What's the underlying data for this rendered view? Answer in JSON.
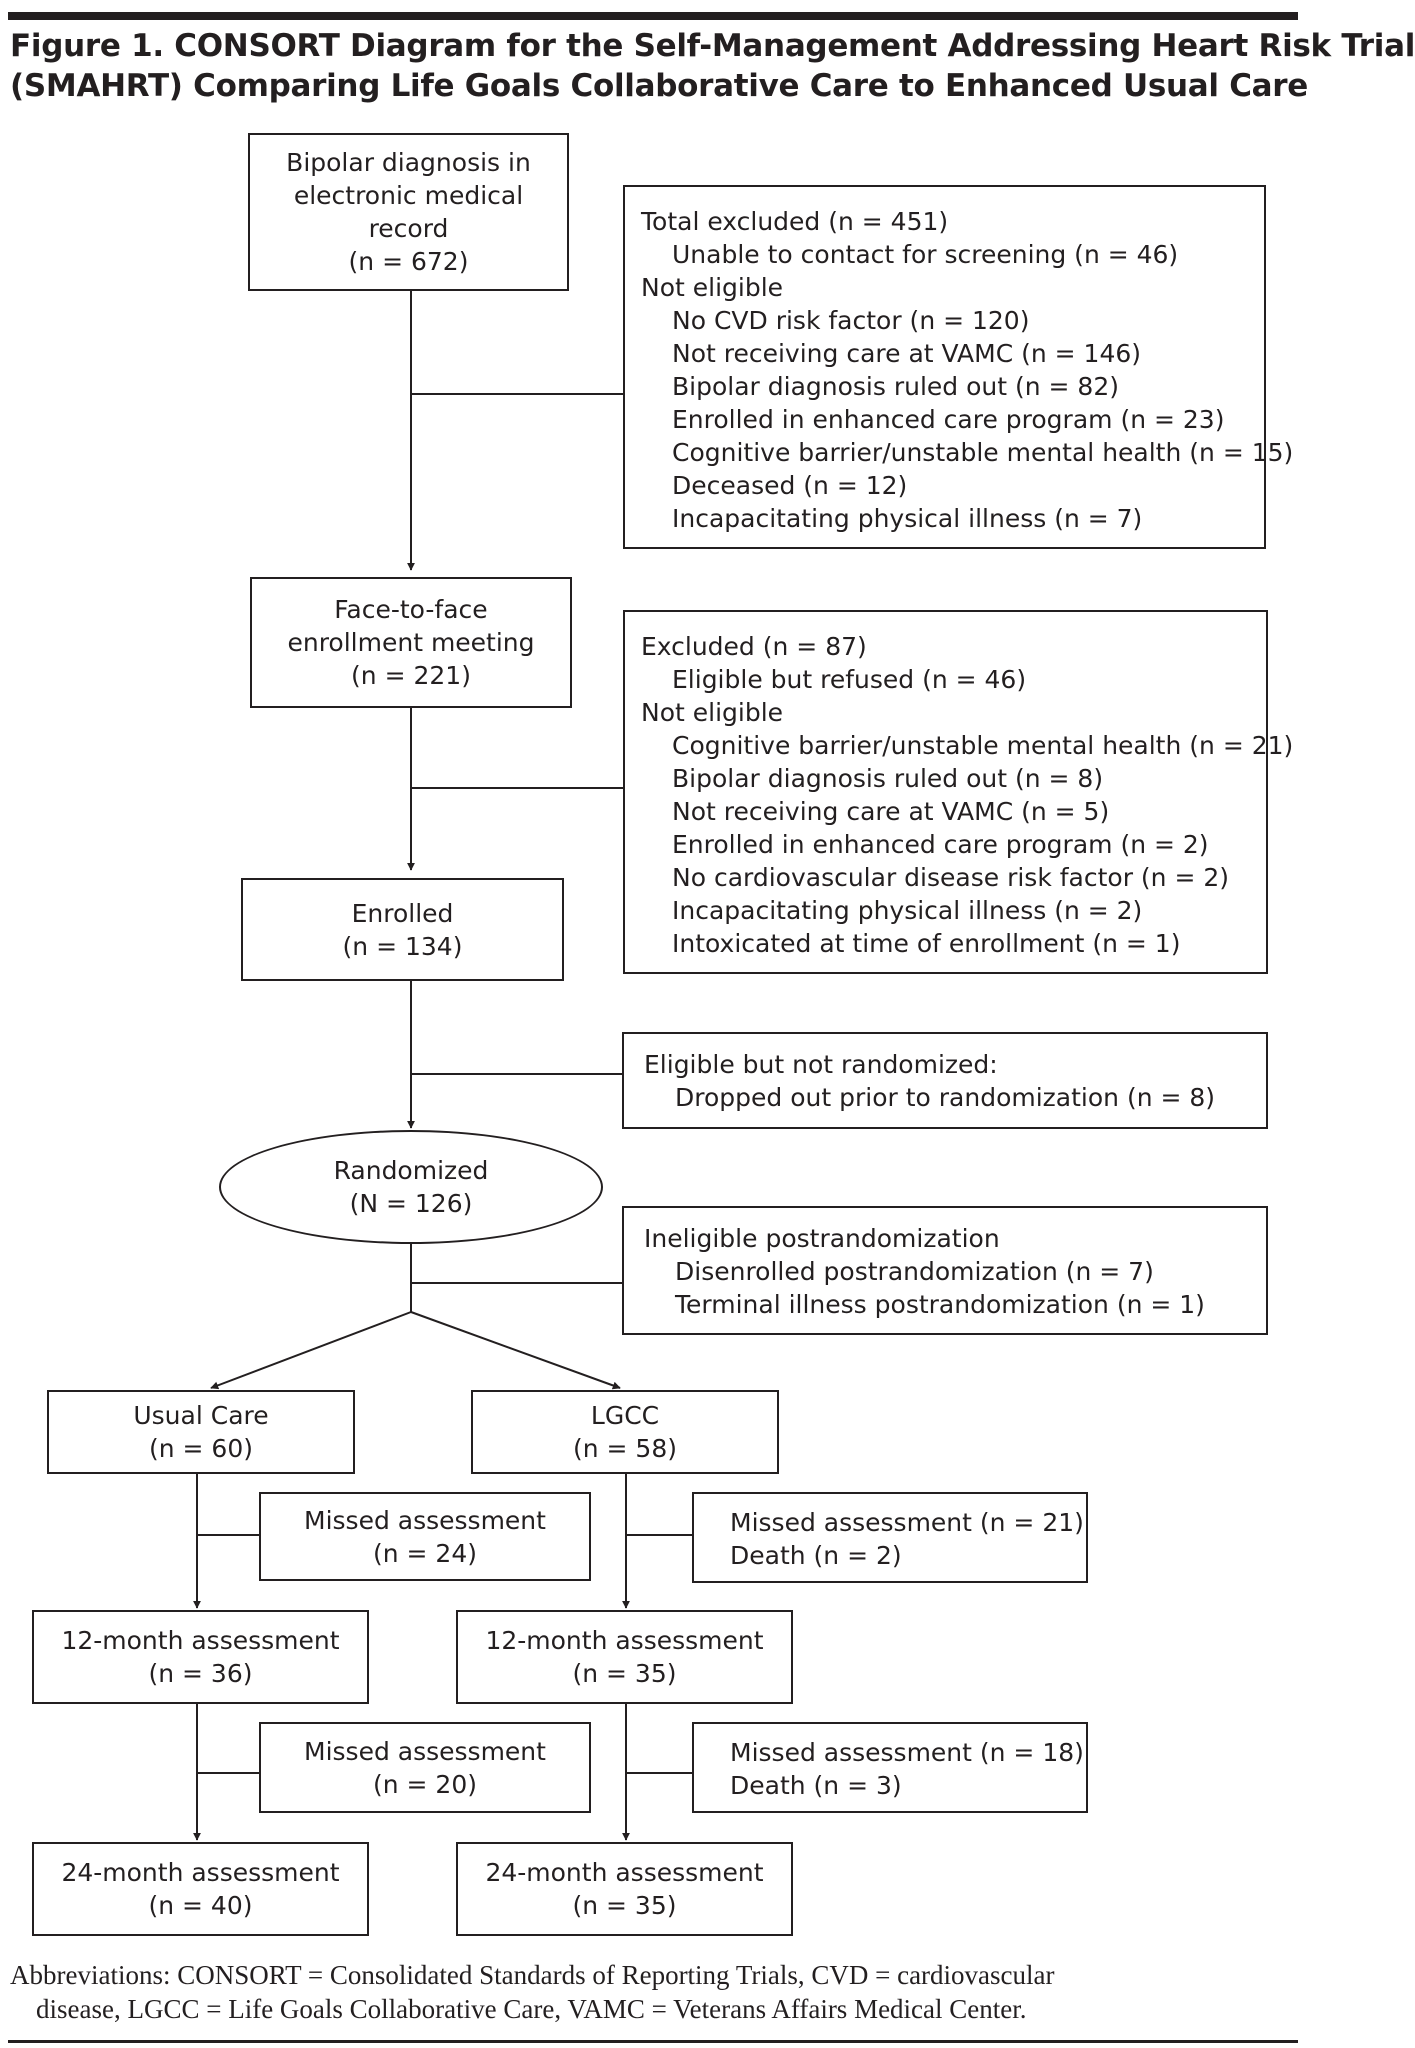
{
  "title": {
    "line1": "Figure 1. CONSORT Diagram for the Self-Management Addressing Heart Risk Trial",
    "line2": "(SMAHRT) Comparing Life Goals Collaborative Care to Enhanced Usual Care"
  },
  "flow": {
    "ehr": {
      "l1": "Bipolar diagnosis in",
      "l2": "electronic medical",
      "l3": "record",
      "n": "(n = 672)"
    },
    "excluded1": {
      "header": "Total excluded (n = 451)",
      "items_a": [
        "Unable to contact for screening (n = 46)"
      ],
      "subheader": "Not eligible",
      "items_b": [
        "No CVD risk factor (n = 120)",
        "Not receiving care at VAMC (n = 146)",
        "Bipolar diagnosis ruled out (n = 82)",
        "Enrolled in enhanced care program (n = 23)",
        "Cognitive barrier/unstable mental health (n = 15)",
        "Deceased (n = 12)",
        "Incapacitating physical illness (n = 7)"
      ]
    },
    "meeting": {
      "l1": "Face-to-face",
      "l2": "enrollment meeting",
      "n": "(n = 221)"
    },
    "excluded2": {
      "header": "Excluded (n = 87)",
      "items_a": [
        "Eligible but refused (n = 46)"
      ],
      "subheader": "Not eligible",
      "items_b": [
        "Cognitive barrier/unstable mental health (n = 21)",
        "Bipolar diagnosis ruled out (n = 8)",
        "Not receiving care at VAMC (n = 5)",
        "Enrolled in enhanced care program (n = 2)",
        "No cardiovascular disease risk factor (n = 2)",
        "Incapacitating physical illness (n = 2)",
        "Intoxicated at time of enrollment (n = 1)"
      ]
    },
    "enrolled": {
      "l1": "Enrolled",
      "n": "(n = 134)"
    },
    "not_randomized": {
      "header": "Eligible but not randomized:",
      "item": "Dropped out prior to randomization (n = 8)"
    },
    "randomized": {
      "l1": "Randomized",
      "n": "(N = 126)"
    },
    "post_rand": {
      "header": "Ineligible postrandomization",
      "items": [
        "Disenrolled postrandomization (n = 7)",
        "Terminal illness postrandomization (n = 1)"
      ]
    },
    "usual_care": {
      "arm": {
        "l1": "Usual Care",
        "n": "(n = 60)"
      },
      "missed12": {
        "l1": "Missed assessment",
        "l2": "(n = 24)"
      },
      "m12": {
        "l1": "12-month assessment",
        "n": "(n = 36)"
      },
      "missed24": {
        "l1": "Missed assessment",
        "l2": "(n = 20)"
      },
      "m24": {
        "l1": "24-month assessment",
        "n": "(n = 40)"
      }
    },
    "lgcc": {
      "arm": {
        "l1": "LGCC",
        "n": "(n = 58)"
      },
      "missed12": {
        "l1": "Missed assessment (n = 21)",
        "l2": "Death (n = 2)"
      },
      "m12": {
        "l1": "12-month assessment",
        "n": "(n = 35)"
      },
      "missed24": {
        "l1": "Missed assessment (n = 18)",
        "l2": "Death (n = 3)"
      },
      "m24": {
        "l1": "24-month assessment",
        "n": "(n = 35)"
      }
    }
  },
  "footnote": {
    "line1": "Abbreviations: CONSORT = Consolidated Standards of Reporting Trials, CVD = cardiovascular",
    "line2": "disease, LGCC = Life Goals Collaborative Care, VAMC = Veterans Affairs Medical Center."
  }
}
